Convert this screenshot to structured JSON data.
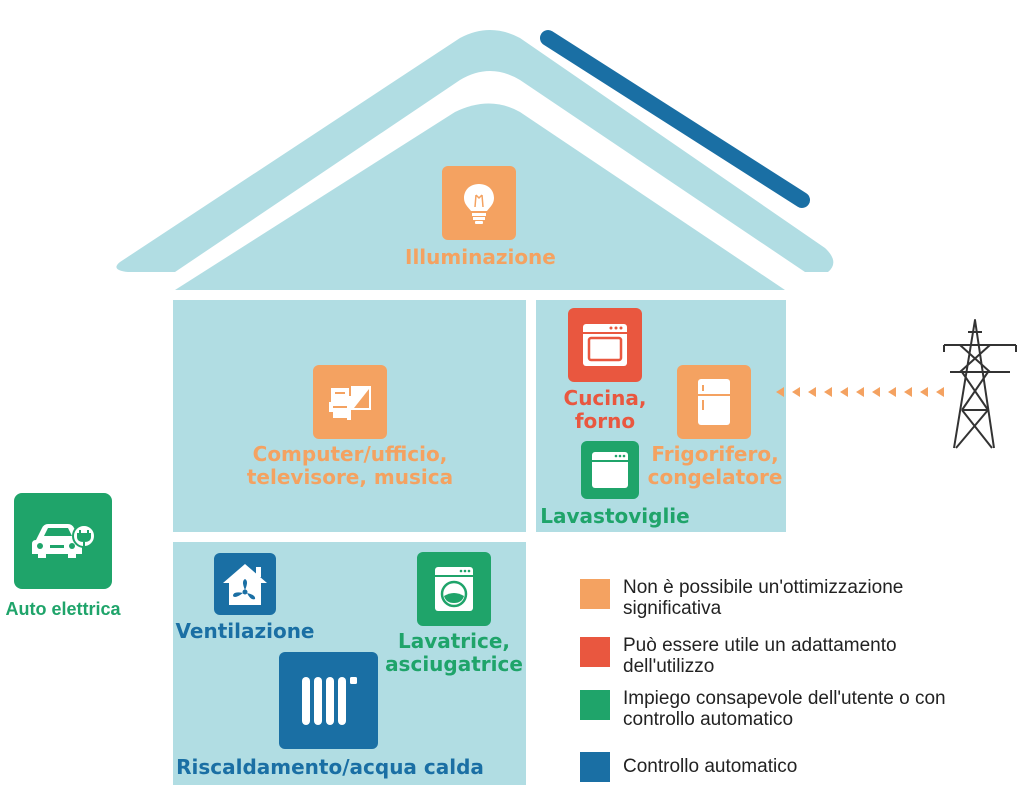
{
  "colors": {
    "house": "#b1dde3",
    "orange": "#f4a261",
    "red": "#e9573f",
    "green": "#1fa46a",
    "blue": "#1a6fa4"
  },
  "labels": {
    "illuminazione": "Illuminazione",
    "computer": "Computer/ufficio,\ntelevisore, musica",
    "cucina": "Cucina,\nforno",
    "frigorifero": "Frigorifero,\ncongelatore",
    "lavastoviglie": "Lavastoviglie",
    "auto": "Auto elettrica",
    "ventilazione": "Ventilazione",
    "lavatrice": "Lavatrice,\nasciugatrice",
    "riscaldamento": "Riscaldamento/acqua calda"
  },
  "icons": {
    "illuminazione": "lightbulb-icon",
    "computer": "computer-office-icon",
    "cucina": "oven-icon",
    "frigorifero": "fridge-icon",
    "lavastoviglie": "dishwasher-icon",
    "auto": "electric-car-icon",
    "ventilazione": "ventilation-fan-icon",
    "lavatrice": "washing-machine-icon",
    "riscaldamento": "radiator-icon",
    "grid": "power-pylon-icon"
  },
  "legend": [
    {
      "color": "#f4a261",
      "text": "Non è possibile un'ottimizzazione\nsignificativa"
    },
    {
      "color": "#e9573f",
      "text": "Può essere utile un adattamento\ndell'utilizzo"
    },
    {
      "color": "#1fa46a",
      "text": "Impiego consapevole dell'utente o con\ncontrollo automatico"
    },
    {
      "color": "#1a6fa4",
      "text": "Controllo automatico"
    }
  ]
}
